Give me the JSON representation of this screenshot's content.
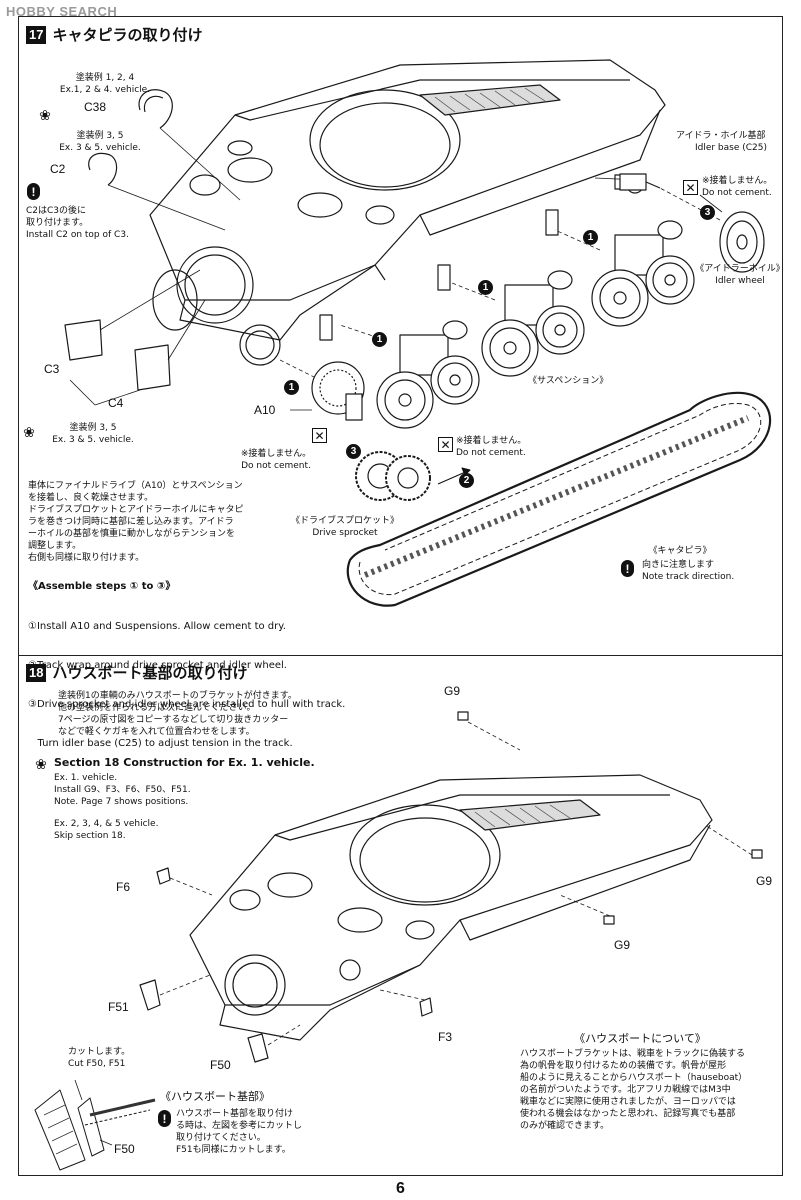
{
  "watermark": "HOBBY SEARCH",
  "section17": {
    "num": "17",
    "title": "キャタピラの取り付け",
    "paint_a_jp": "塗装例 1, 2, 4",
    "paint_a_en": "Ex.1, 2 & 4. vehicle.",
    "c38": "C38",
    "paint_b_jp": "塗装例 3, 5",
    "paint_b_en": "Ex. 3 & 5. vehicle.",
    "c2": "C2",
    "c2_note_jp_1": "C2はC3の後に",
    "c2_note_jp_2": "取り付けます。",
    "c2_note_en": "Install C2 on top of C3.",
    "c3": "C3",
    "c4": "C4",
    "paint_c_jp": "塗装例 3, 5",
    "paint_c_en": "Ex. 3 & 5. vehicle.",
    "a10": "A10",
    "idler_base_jp": "アイドラ・ホイル基部",
    "idler_base_en": "Idler base (C25)",
    "no_cement_jp": "※接着しません。",
    "no_cement_en": "Do not cement.",
    "idler_wheel_jp": "《アイドラーホイル》",
    "idler_wheel_en": "Idler wheel",
    "suspension_jp": "《サスペンション》",
    "sprocket_jp": "《ドライブスプロケット》",
    "sprocket_en": "Drive sprocket",
    "track_jp": "《キャタピラ》",
    "track_note_jp": "向きに注意します",
    "track_note_en": "Note track direction.",
    "instr_jp": [
      "車体にファイナルドライブ（A10）とサスペンション",
      "を接着し、良く乾燥させます。",
      "ドライブスプロケットとアイドラーホイルにキャタピ",
      "ラを巻きつけ同時に基部に差し込みます。アイドラ",
      "ーホイルの基部を慎重に動かしながらテンションを",
      "調整します。",
      "右側も同様に取り付けます。"
    ],
    "assemble_title": "《Assemble steps ① to ③》",
    "assemble_steps": [
      "①Install A10 and Suspensions. Allow cement to dry.",
      "②Track wrap around drive sprocket and idler wheel.",
      "③Drive sprocket and idler wheel are installed to hull with track.",
      "   Turn idler base (C25) to adjust tension in the track."
    ],
    "step_numbers": [
      "1",
      "2",
      "3"
    ]
  },
  "section18": {
    "num": "18",
    "title": "ハウスボート基部の取り付け",
    "intro_jp": [
      "塗装例1の車輌のみハウスボートのブラケットが付きます。",
      "他の塗装例を作られる方は次に進んでください。",
      "7ページの原寸図をコピーするなどして切り抜きカッター",
      "などで軽くケガキを入れて位置合わせをします。"
    ],
    "section_en_title": "Section 18 Construction for Ex. 1.  vehicle.",
    "section_en_lines": [
      "Ex. 1. vehicle.",
      "Install G9、F3、F6、F50、F51.",
      "Note. Page 7 shows positions."
    ],
    "skip_lines": [
      "Ex. 2, 3, 4, & 5  vehicle.",
      "Skip section 18."
    ],
    "g9": "G9",
    "f6": "F6",
    "f51": "F51",
    "f50": "F50",
    "f3": "F3",
    "cut_jp": "カットします。",
    "cut_en": "Cut F50, F51",
    "houseboat_base_title": "《ハウスボート基部》",
    "houseboat_base_note": [
      "ハウスボート基部を取り付け",
      "る時は、左図を参考にカットし",
      "取り付けてください。",
      "F51も同様にカットします。"
    ],
    "about_title": "《ハウスボートについて》",
    "about_text": [
      "ハウスボートブラケットは、戦車をトラックに偽装する",
      "為の帆骨を取り付けるための装備です。帆骨が屋形",
      "船のように見えることからハウスボート（hauseboat）",
      "の名前がついたようです。北アフリカ戦線ではM3中",
      "戦車などに実際に使用されましたが、ヨーロッパでは",
      "使われる機会はなかったと思われ、記録写真でも基部",
      "のみが確認できます。"
    ]
  },
  "page_number": "6"
}
